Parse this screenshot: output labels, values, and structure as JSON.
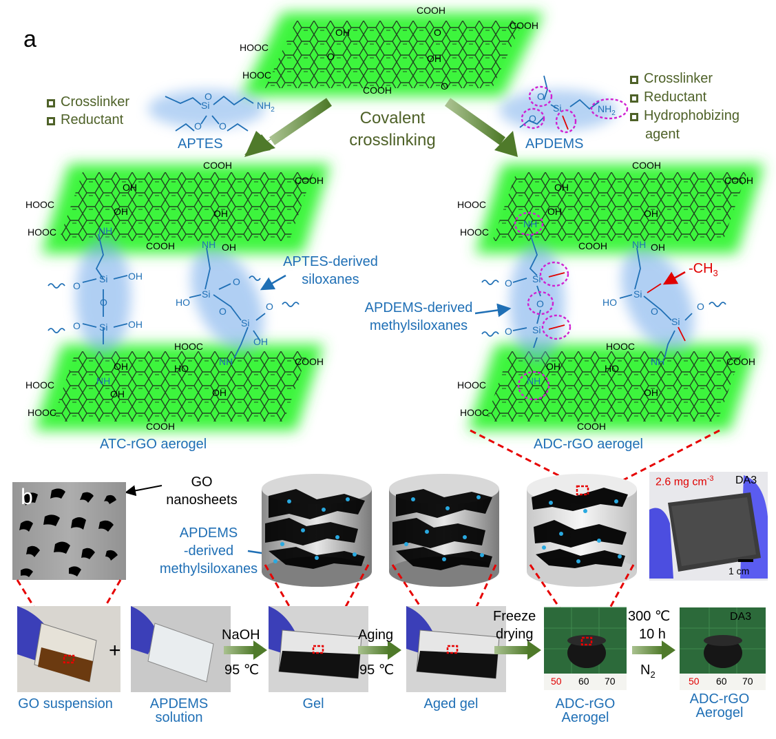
{
  "panel_a": {
    "letter": "a",
    "group_labels": {
      "cooh": "COOH",
      "hooc": "HOOC",
      "oh": "OH",
      "o": "O",
      "nh": "NH",
      "nh2": "NH",
      "nh2_sub": "2",
      "si": "Si",
      "ho": "HO"
    },
    "aptes": {
      "name": "APTES",
      "roles": [
        "Crosslinker",
        "Reductant"
      ]
    },
    "apdems": {
      "name": "APDEMS",
      "roles": [
        "Crosslinker",
        "Reductant",
        "Hydrophobizing",
        "agent"
      ]
    },
    "center_label_line1": "Covalent",
    "center_label_line2": "crosslinking",
    "aptes_derived_line1": "APTES-derived",
    "aptes_derived_line2": "siloxanes",
    "apdems_derived_line1": "APDEMS-derived",
    "apdems_derived_line2": "methylsiloxanes",
    "methyl_label": "-CH",
    "methyl_sub": "3",
    "atc_caption": "ATC-rGO aerogel",
    "adc_caption": "ADC-rGO aerogel"
  },
  "panel_b": {
    "letter": "b",
    "go_label_line1": "GO",
    "go_label_line2": "nanosheets",
    "apdems_methyl_line1": "APDEMS",
    "apdems_methyl_line2": "-derived",
    "apdems_methyl_line3": "methylsiloxanes",
    "density_value": "2.6 mg cm",
    "density_exp": "-3",
    "sample_id": "DA3",
    "scale_bar": "1 cm",
    "plus": "+",
    "steps": [
      {
        "top": "NaOH",
        "bottom": "95 ℃"
      },
      {
        "top": "Aging",
        "bottom": "95 ℃"
      },
      {
        "top_line1": "Freeze",
        "top_line2": "drying"
      },
      {
        "top_line1": "300 ℃",
        "top_line2": "10 h",
        "bottom": "N",
        "bottom_sub": "2"
      }
    ],
    "captions": [
      "GO suspension",
      "APDEMS|solution",
      "Gel",
      "Aged gel",
      "ADC-rGO|Aerogel",
      "ADC-rGO|Aerogel"
    ],
    "photo_tag": "DA3",
    "ruler_marks": [
      "50",
      "60",
      "70"
    ]
  },
  "colors": {
    "graphene_glow": "#3df53d",
    "blue_text": "#1f6fb5",
    "olive_text": "#4e6128",
    "arrow_green": "#4f7a2a",
    "red_dash": "#e60000",
    "magenta_circle": "#d020d0",
    "siloxane_blue": "#6fa8ea"
  }
}
